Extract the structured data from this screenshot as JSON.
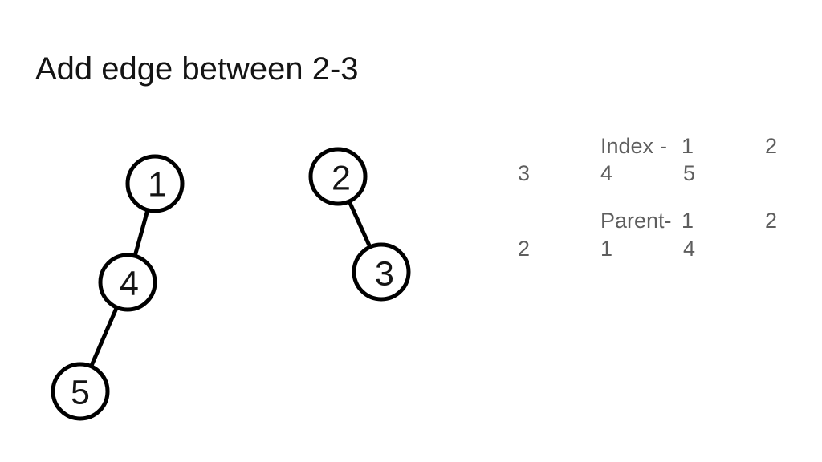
{
  "slide": {
    "title": "Add edge between 2-3"
  },
  "diagram": {
    "nodes": [
      {
        "label": "1"
      },
      {
        "label": "4"
      },
      {
        "label": "5"
      },
      {
        "label": "2"
      },
      {
        "label": "3"
      }
    ],
    "edges": [
      "1-4",
      "4-5",
      "2-3"
    ]
  },
  "arrays": {
    "index": {
      "label": "Index",
      "separator": "-",
      "values": [
        "1",
        "2",
        "3",
        "4",
        "5"
      ]
    },
    "parent": {
      "label": "Parent-",
      "values": [
        "1",
        "2",
        "2",
        "1",
        "4"
      ]
    }
  },
  "colors": {
    "node_stroke": "#000000",
    "node_fill": "#ffffff",
    "node_text": "#141414",
    "panel_text": "#5e5e5e",
    "title_text": "#141414",
    "top_rule": "#ebebeb"
  }
}
